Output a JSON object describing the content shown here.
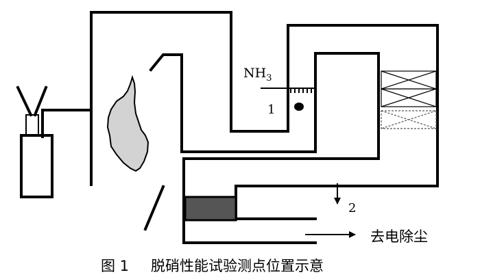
{
  "labels": {
    "nh3_main": "NH",
    "nh3_sub": "3",
    "point1": "1",
    "point2": "2",
    "outlet": "去电除尘"
  },
  "caption": {
    "fig_num": "图 1",
    "title": "脱硝性能试验测点位置示意"
  }
}
